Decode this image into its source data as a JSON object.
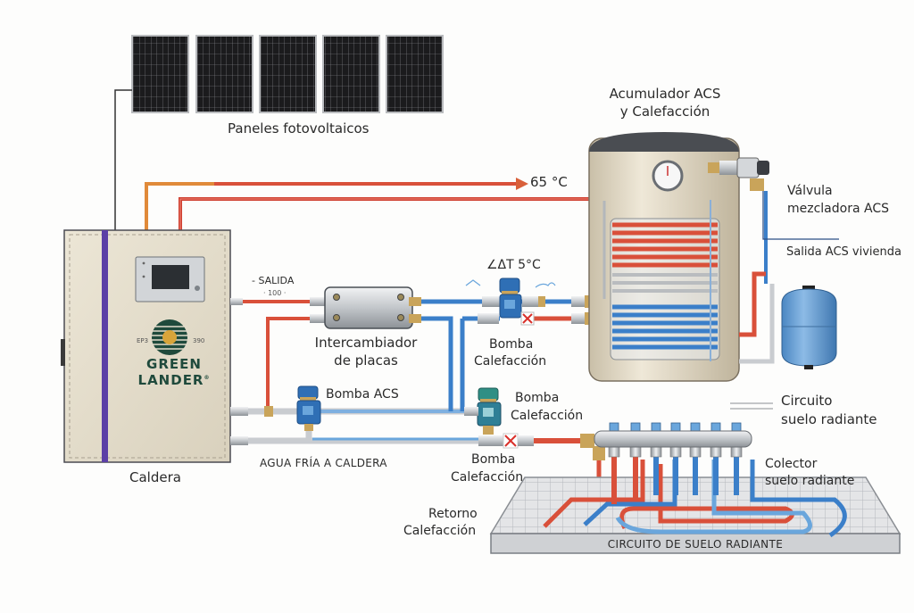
{
  "diagram": {
    "title": "Esquema instalación ACS y calefacción",
    "solar": {
      "panel_count": 5,
      "label": "Paneles fotovoltaicos"
    },
    "boiler": {
      "label": "Caldera",
      "brand_line1": "GREEN",
      "brand_line2": "LANDER",
      "brand_mark": "®",
      "logo_left_text": "EP3",
      "logo_right_text": "390"
    },
    "supply_temp": "65 °C",
    "tank": {
      "label_line1": "Acumulador ACS",
      "label_line2": "y Calefacción"
    },
    "mixing_valve": {
      "label_line1": "Válvula",
      "label_line2": "mezcladora ACS"
    },
    "dhw_outlet": "Salida ACS vivienda",
    "outlet": {
      "label": "- SALIDA",
      "sub": "· 100 ·"
    },
    "exchanger": {
      "label_line1": "Intercambiador",
      "label_line2": "de placas"
    },
    "delta_t": "∠ΔT 5°C",
    "pump_heating_upper": {
      "line1": "Bomba",
      "line2": "Calefacción"
    },
    "pump_acs": "Bomba ACS",
    "pump_heating_mid": {
      "line1": "Bomba",
      "line2": "Calefacción"
    },
    "pump_heating_lower": {
      "line1": "Bomba",
      "line2": "Calefacción"
    },
    "cold_water": "AGUA FRÍA A CALDERA",
    "floor_circuit": {
      "line1": "Circuito",
      "line2": "suelo radiante"
    },
    "manifold": {
      "line1": "Colector",
      "line2": "suelo radiante",
      "outlets": 7
    },
    "return": {
      "line1": "Retorno",
      "line2": "Calefacción"
    },
    "floor_slab_label": "CIRCUITO DE SUELO RADIANTE",
    "colors": {
      "hot": "#d9503a",
      "hot_light": "#e58a3a",
      "cold": "#3b7fc9",
      "steel": "#c9ccd0",
      "brass": "#c9a45a",
      "boiler_body": "#e3dccb",
      "boiler_stripe": "#5b3fa6",
      "brand_green": "#1f4a3c",
      "logo_sun": "#d8a43a",
      "tank_body": "#e6ddc9",
      "expansion_vessel": "#5b9bd5",
      "panel": "#1c1c1e"
    }
  }
}
